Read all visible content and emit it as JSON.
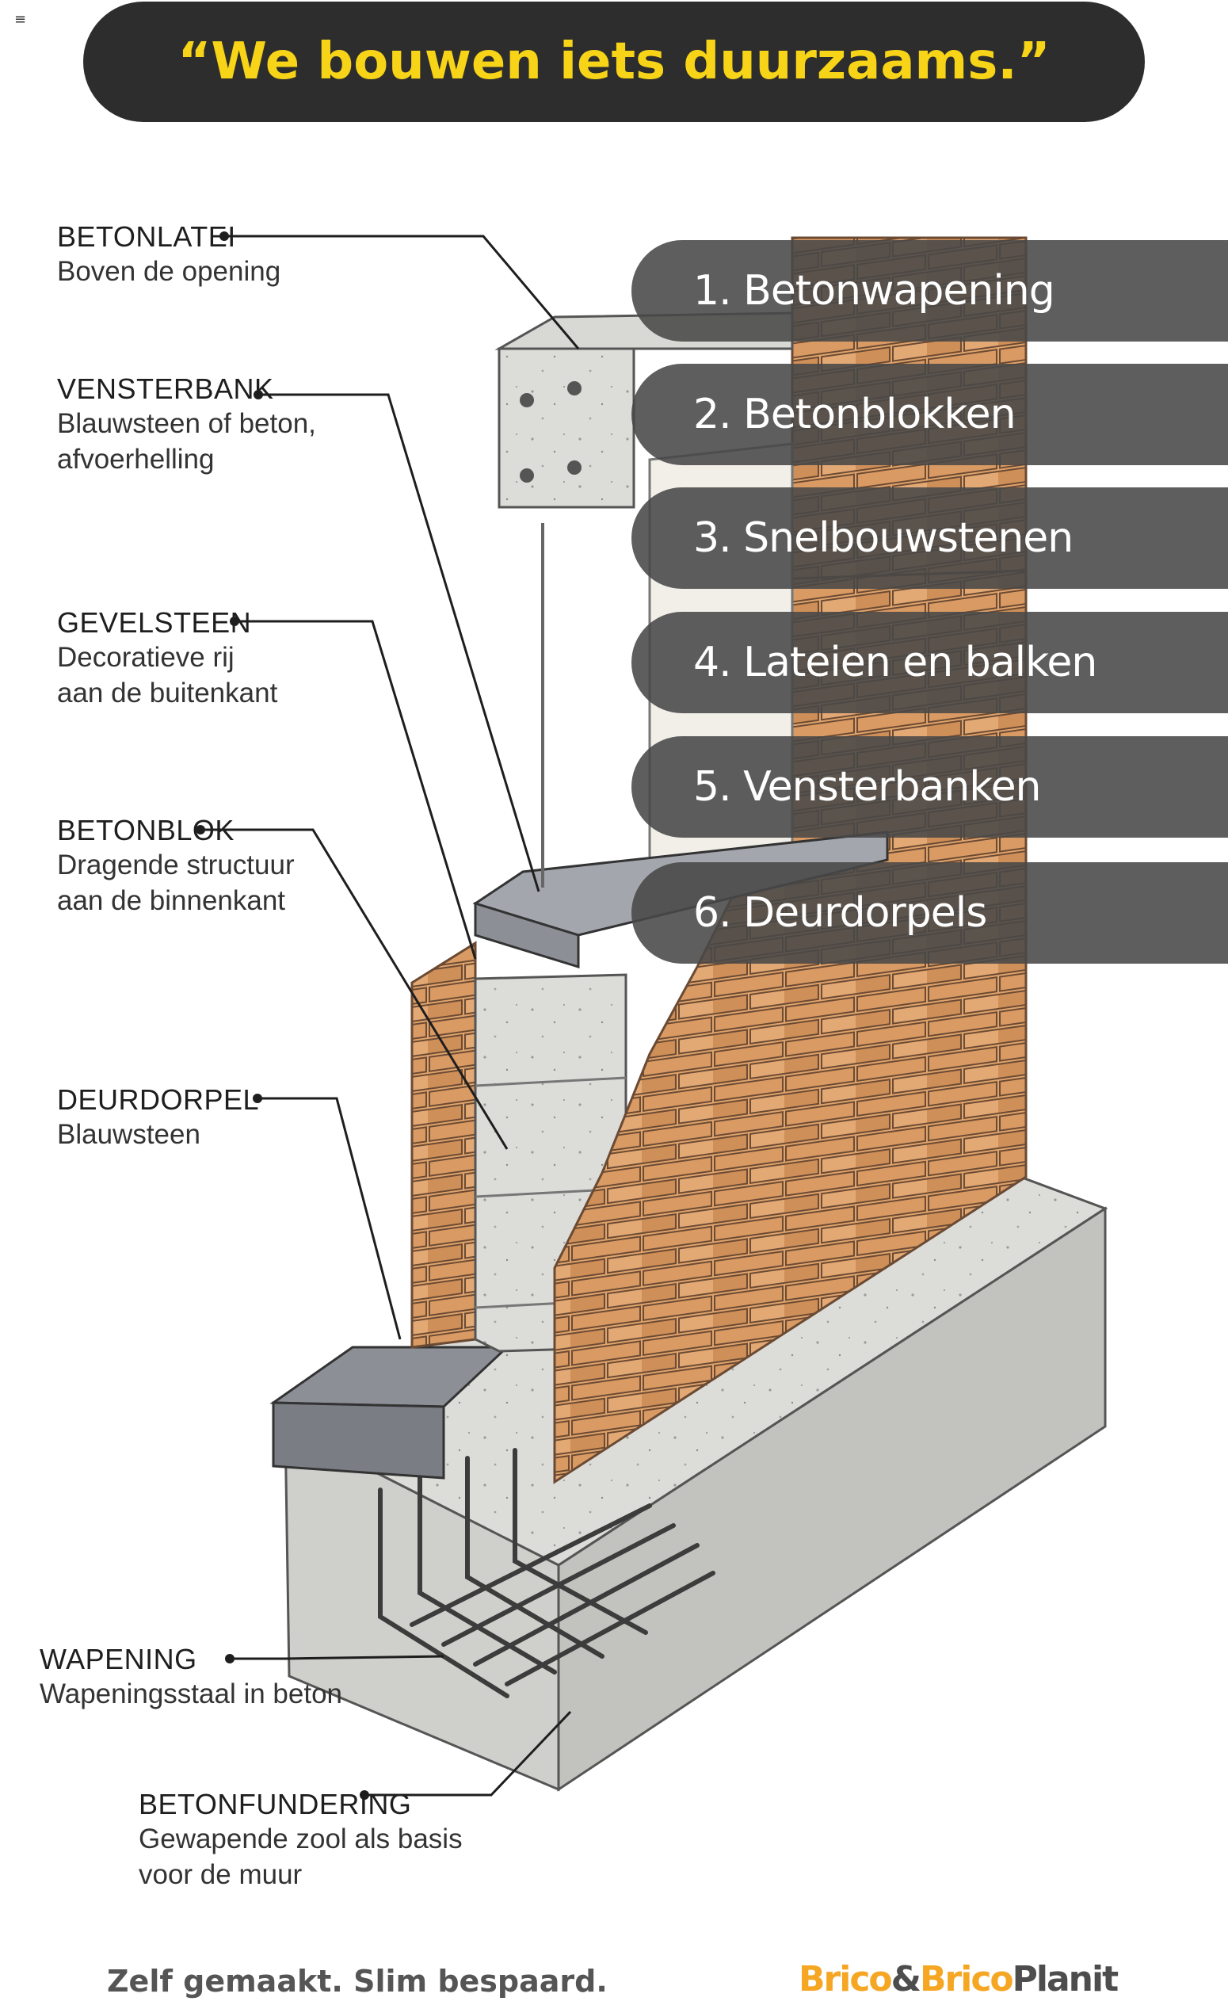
{
  "menu_glyph": "≡",
  "headline": "“We bouwen iets duurzaams.”",
  "labels": [
    {
      "id": "betonlatei",
      "title": "BETONLATEI",
      "sub": "Boven de opening"
    },
    {
      "id": "vensterbank",
      "title": "VENSTERBANK",
      "sub": "Blauwsteen of beton,\nafvoerhelling"
    },
    {
      "id": "gevelsteen",
      "title": "GEVELSTEEN",
      "sub": "Decoratieve rij\naan de buitenkant"
    },
    {
      "id": "betonblok",
      "title": "BETONBLOK",
      "sub": "Dragende structuur\naan de binnenkant"
    },
    {
      "id": "deurdorpel",
      "title": "DEURDORPEL",
      "sub": "Blauwsteen"
    },
    {
      "id": "wapening",
      "title": "WAPENING",
      "sub": "Wapeningsstaal in beton"
    },
    {
      "id": "betonfundering",
      "title": "BETONFUNDERING",
      "sub": "Gewapende zool als basis\nvoor de muur"
    }
  ],
  "menu": [
    "1. Betonwapening",
    "2. Betonblokken",
    "3. Snelbouwstenen",
    "4. Lateien en balken",
    "5. Vensterbanken",
    "6. Deurdorpels"
  ],
  "footer": {
    "slogan": "Zelf gemaakt. Slim bespaard.",
    "brand_part1": "Brico",
    "brand_amp": "&",
    "brand_part2": "Brico",
    "brand_part3": "Planit"
  },
  "colors": {
    "headline_bg": "#2d2d2d",
    "headline_text": "#f7d417",
    "pill_bg": "#484848",
    "brick": "#d99a63",
    "concrete": "#d9d9d6",
    "bluestone": "#8c9096",
    "brand_orange": "#f5a623",
    "brand_grey": "#4d4d4d"
  }
}
